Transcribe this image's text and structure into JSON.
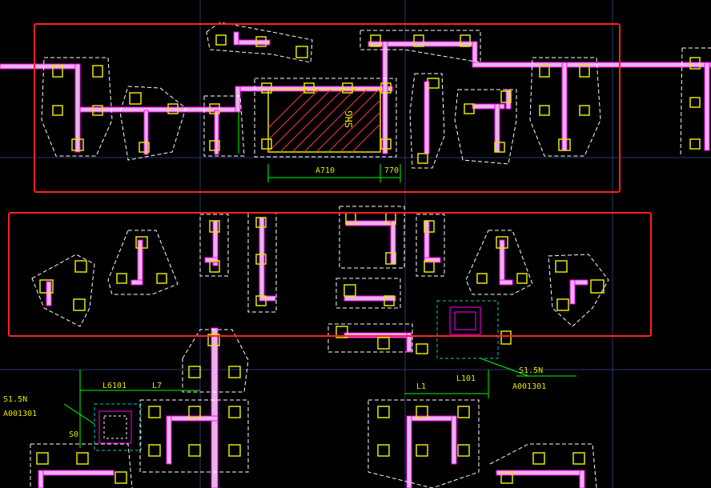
{
  "drawing": {
    "background": "#000000",
    "colors": {
      "wall_fill": "#e8b4e8",
      "wall_core": "#ff00ff",
      "pad": "#e6e600",
      "outline_dash": "#ffffff",
      "dimension": "#00ff00",
      "grid": "#2a3a6e",
      "hatch": "#ff3b3b",
      "pit": "#00c8c8",
      "selection": "#ff2020"
    },
    "labels": {
      "dim_top_a": "A710",
      "dim_top_b": "770",
      "dim_room": "SHG",
      "dim_right_a": "L101",
      "dim_right_b": "S1.5N",
      "dim_right_c": "A001301",
      "dim_left_a": "S1.5N",
      "dim_left_b": "A001301",
      "dim_bl_a": "L6101",
      "dim_bl_b": "L7",
      "dim_bl_c": "S0",
      "dim_bottom_a": "L1"
    },
    "selection_boxes": [
      "selection-top",
      "selection-middle"
    ]
  }
}
